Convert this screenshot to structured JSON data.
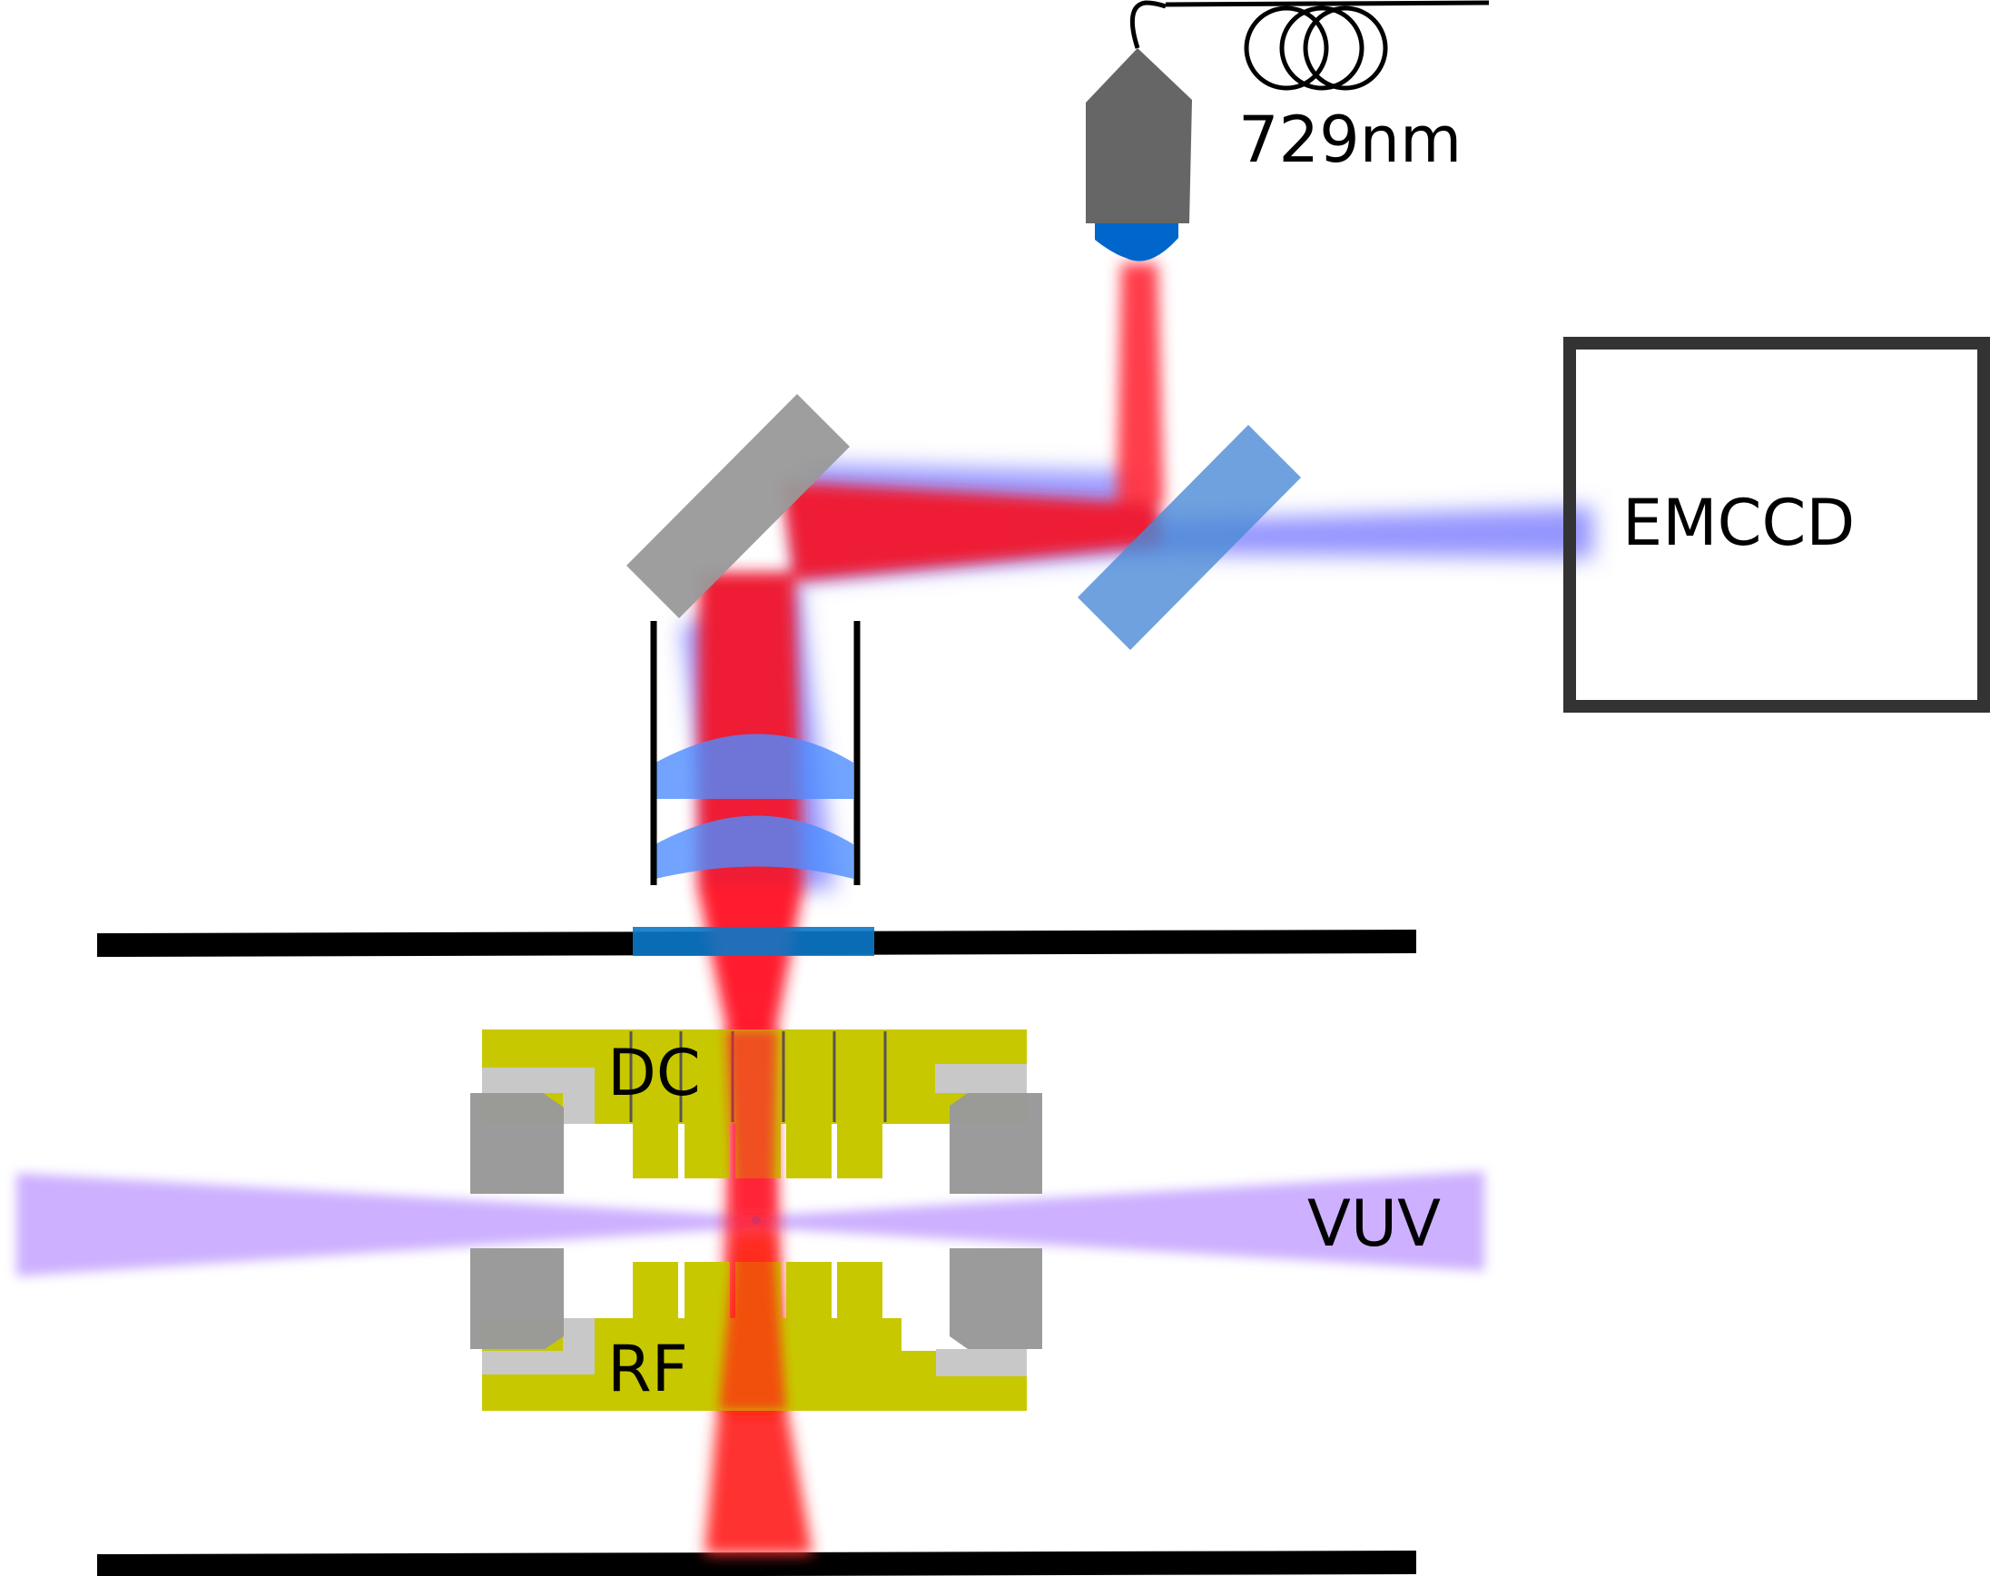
{
  "labels": {
    "wavelength": "729nm",
    "camera": "EMCCD",
    "vuv": "VUV",
    "dc": "DC",
    "rf": "RF"
  },
  "colors": {
    "beam_red": "#ff1a2e",
    "beam_blue": "#7b7bff",
    "vuv_beam": "#c8a8ff",
    "electrode_gold": "#c8c800",
    "mirror_gray": "#999999",
    "beamsplitter_blue": "#5b9bdc",
    "lens_blue": "#4d8cff",
    "window_blue": "#0a78c8",
    "fiber_coupler_gray": "#666666",
    "coupler_lens_blue": "#0066cc",
    "chamber_wall": "#000000",
    "camera_frame": "#333333"
  },
  "components": [
    "fiber-coupler",
    "fiber-coil",
    "mirror",
    "beamsplitter",
    "objective-lens-pair",
    "vacuum-window",
    "emccd-camera",
    "ion-trap-electrodes",
    "vuv-beam"
  ]
}
